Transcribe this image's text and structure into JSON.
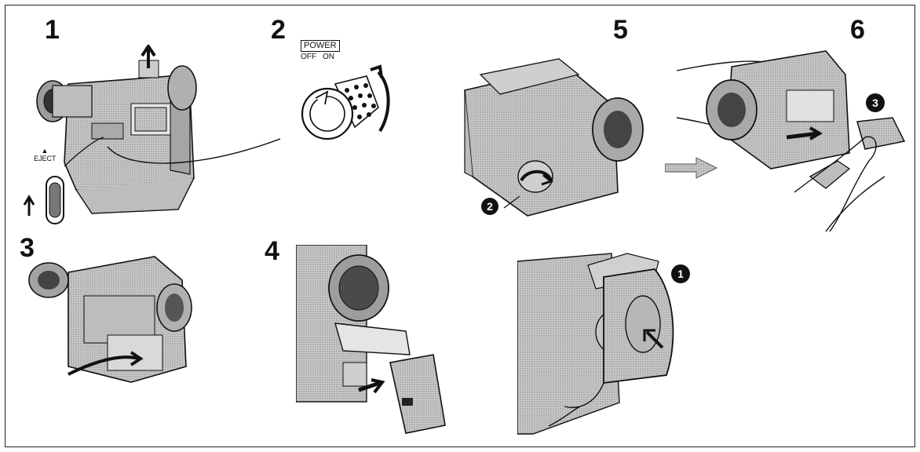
{
  "steps": {
    "s1": "1",
    "s2": "2",
    "s3": "3",
    "s4": "4",
    "s5": "5",
    "s6": "6"
  },
  "labels": {
    "eject": "EJECT",
    "power": "POWER",
    "off": "OFF",
    "on": "ON"
  },
  "callouts": {
    "c1": "1",
    "c2": "2",
    "c3": "3"
  },
  "colors": {
    "ink": "#111111",
    "shade": "#9a9a9a",
    "light": "#cfcfcf",
    "mid": "#b2b2b2"
  }
}
